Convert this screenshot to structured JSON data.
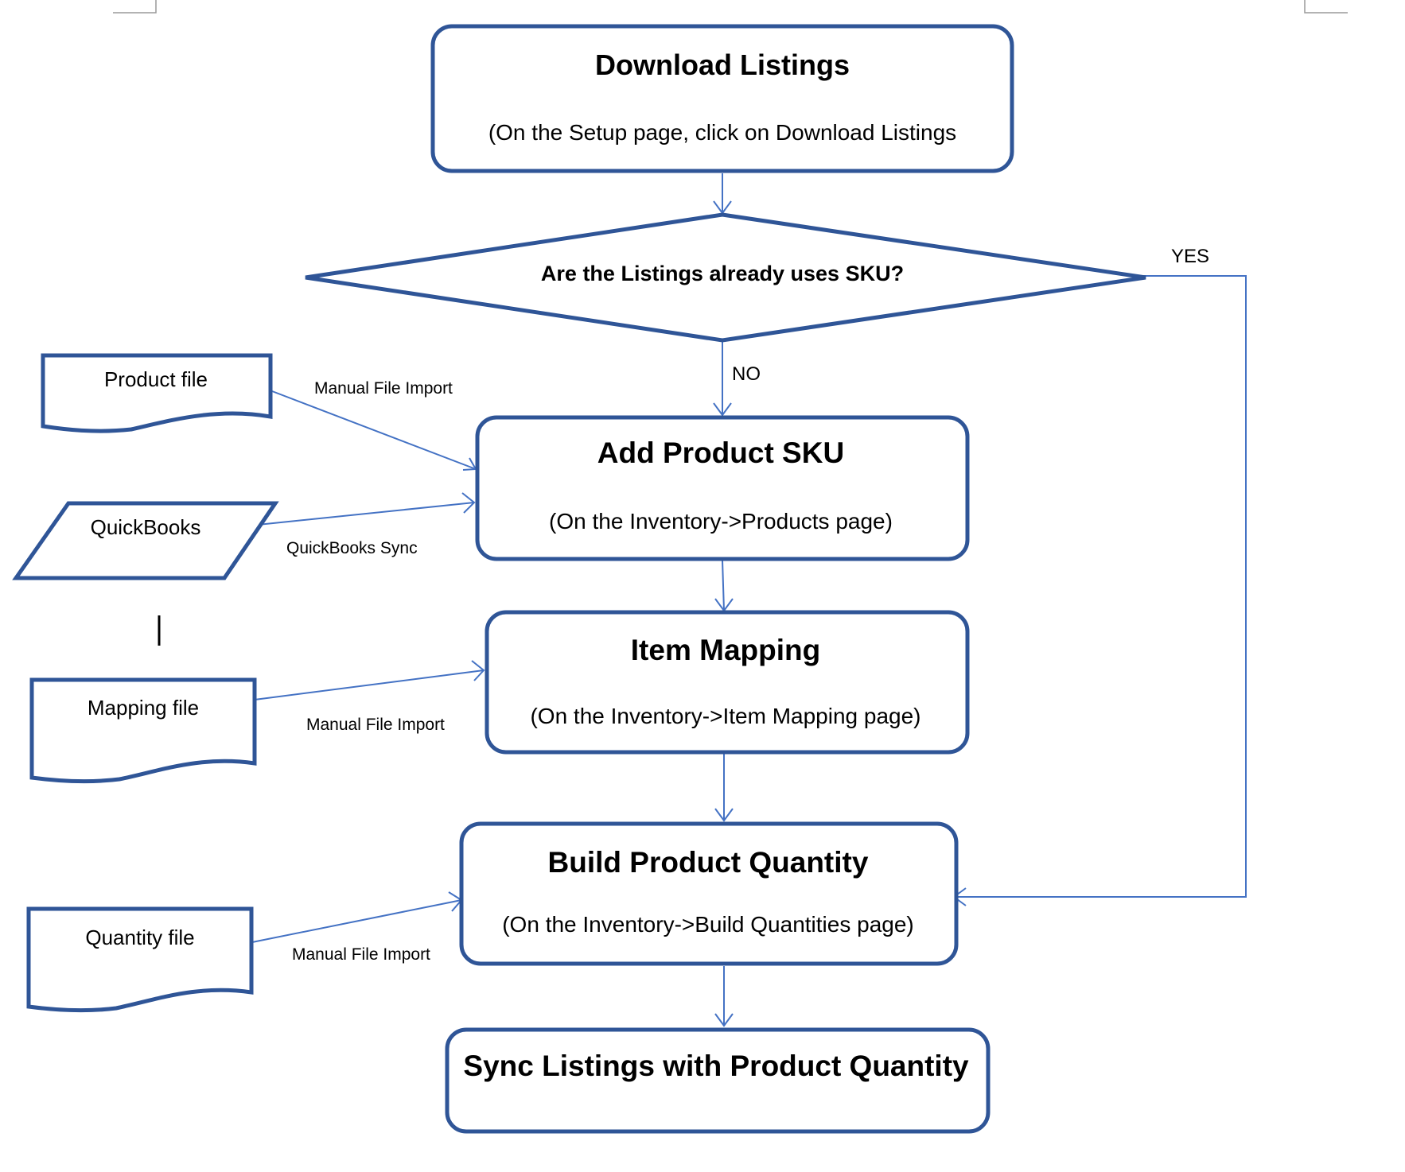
{
  "colors": {
    "shape_stroke": "#2f5597",
    "connector": "#4472c4",
    "text": "#000000"
  },
  "process": {
    "download": {
      "title": "Download Listings",
      "subtitle": "(On the Setup  page, click on Download Listings"
    },
    "add_sku": {
      "title": "Add Product SKU",
      "subtitle": "(On the Inventory->Products  page)"
    },
    "item_mapping": {
      "title": "Item Mapping",
      "subtitle": "(On the Inventory->Item  Mapping page)"
    },
    "build_qty": {
      "title": "Build Product Quantity",
      "subtitle": "(On the Inventory->Build Quantities page)"
    },
    "sync": {
      "title": "Sync Listings with Product Quantity"
    }
  },
  "decision": {
    "text": "Are the Listings already uses SKU?",
    "yes_label": "YES",
    "no_label": "NO"
  },
  "inputs": {
    "product_file": {
      "label": "Product file",
      "edge_label": "Manual File Import"
    },
    "quickbooks": {
      "label": "QuickBooks",
      "edge_label": "QuickBooks Sync"
    },
    "mapping_file": {
      "label": "Mapping file",
      "edge_label": "Manual File Import"
    },
    "quantity_file": {
      "label": "Quantity file",
      "edge_label": "Manual File Import"
    }
  }
}
